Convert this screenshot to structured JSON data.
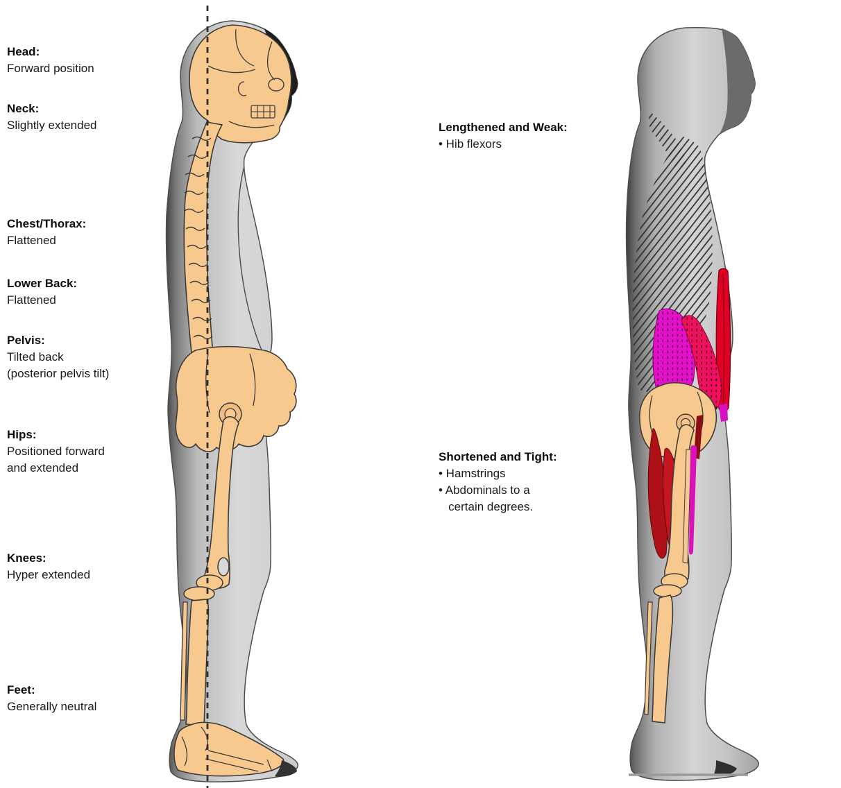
{
  "left_panel": {
    "annotations": [
      {
        "title": "Head:",
        "desc": "Forward position"
      },
      {
        "title": "Neck:",
        "desc": "Slightly extended"
      },
      {
        "title": "Chest/Thorax:",
        "desc": "Flattened"
      },
      {
        "title": "Lower Back:",
        "desc": "Flattened"
      },
      {
        "title": "Pelvis:",
        "desc": "Tilted back\n(posterior pelvis tilt)"
      },
      {
        "title": "Hips:",
        "desc": "Positioned forward\nand extended"
      },
      {
        "title": "Knees:",
        "desc": "Hyper extended"
      },
      {
        "title": "Feet:",
        "desc": "Generally neutral"
      }
    ]
  },
  "right_panel": {
    "annotations": [
      {
        "title": "Lengthened and Weak:",
        "items": [
          "• Hib flexors"
        ]
      },
      {
        "title": "Shortened and Tight:",
        "items": [
          "• Hamstrings",
          "• Abdominals to a\n   certain degrees."
        ]
      }
    ]
  },
  "figures": {
    "left_figure": {
      "kind": "skeleton-side-view-with-plumb-line",
      "bone_color": "#F7C98E",
      "silhouette_color": "#D6D6D6",
      "plumb_line_style": "dashed"
    },
    "right_figure": {
      "kind": "muscle-side-view",
      "lengthened_weak_color": "#E80ED0",
      "crimson_muscle_color": "#F20F5E",
      "shortened_tight_color": "#B5121B",
      "abdominal_strip_color": "#E00024",
      "ground_line_color": "#9A9A9A"
    }
  }
}
